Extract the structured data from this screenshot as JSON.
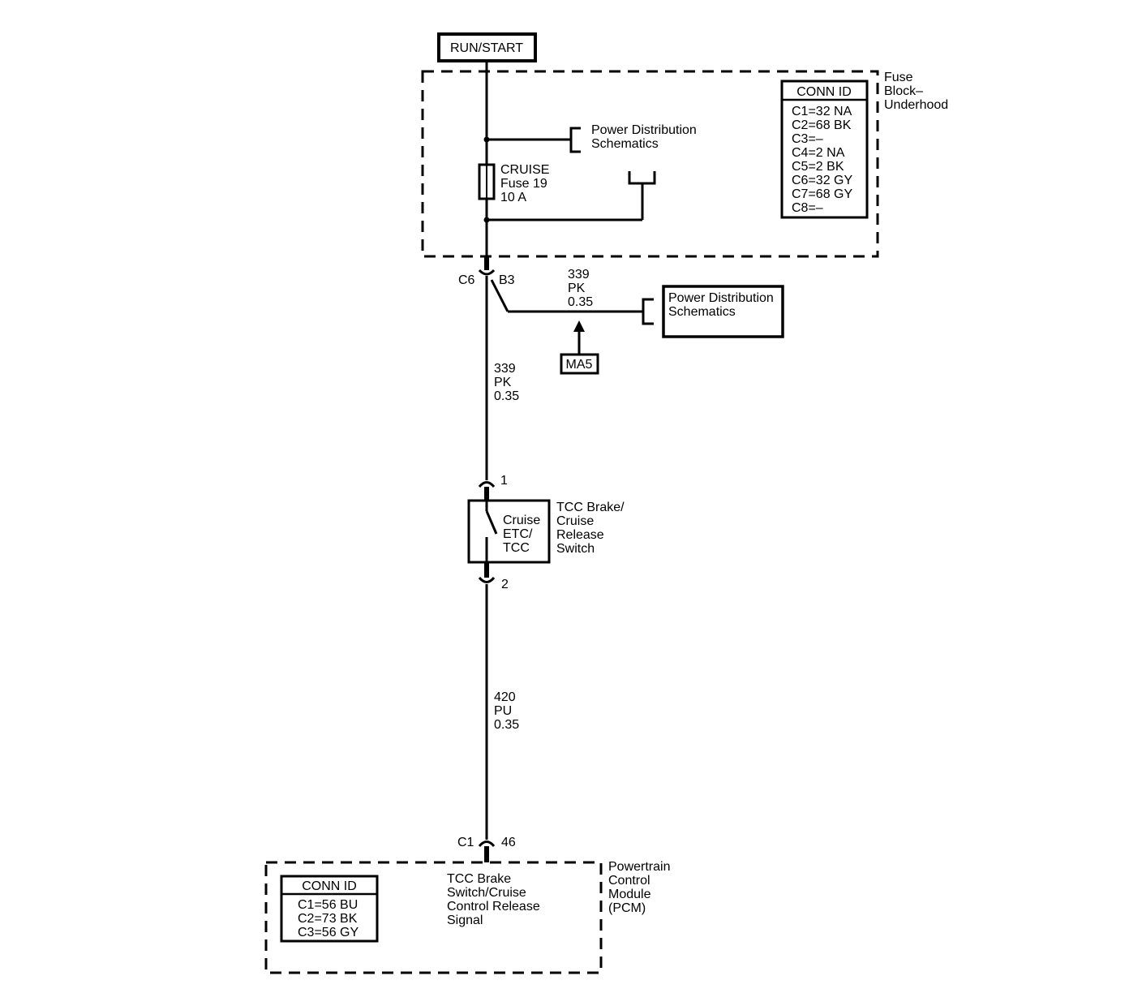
{
  "power_source": "RUN/START",
  "fuse_block": {
    "name_lines": [
      "Fuse",
      "Block–",
      "Underhood"
    ],
    "conn_id_title": "CONN ID",
    "conn_ids": [
      "C1=32 NA",
      "C2=68 BK",
      "C3=–",
      "C4=2 NA",
      "C5=2 BK",
      "C6=32 GY",
      "C7=68 GY",
      "C8=–"
    ],
    "fuse_lines": [
      "CRUISE",
      "Fuse 19",
      "10 A"
    ],
    "power_dist_ref_lines": [
      "Power Distribution",
      "Schematics"
    ]
  },
  "fuse_block_connector": {
    "id": "C6",
    "pin": "B3"
  },
  "branch_wire": {
    "circuit": "339",
    "color": "PK",
    "gauge": "0.35"
  },
  "power_dist_box_lines": [
    "Power Distribution",
    "Schematics"
  ],
  "ma5_label": "MA5",
  "wire_1": {
    "circuit": "339",
    "color": "PK",
    "gauge": "0.35"
  },
  "switch": {
    "pin_top": "1",
    "pin_bottom": "2",
    "inner_lines": [
      "Cruise",
      "ETC/",
      "TCC"
    ],
    "name_lines": [
      "TCC Brake/",
      "Cruise",
      "Release",
      "Switch"
    ]
  },
  "wire_2": {
    "circuit": "420",
    "color": "PU",
    "gauge": "0.35"
  },
  "pcm_connector": {
    "id": "C1",
    "pin": "46"
  },
  "pcm": {
    "name_lines": [
      "Powertrain",
      "Control",
      "Module",
      "(PCM)"
    ],
    "conn_id_title": "CONN ID",
    "conn_ids": [
      "C1=56 BU",
      "C2=73 BK",
      "C3=56 GY"
    ],
    "signal_lines": [
      "TCC Brake",
      "Switch/Cruise",
      "Control Release",
      "Signal"
    ]
  }
}
